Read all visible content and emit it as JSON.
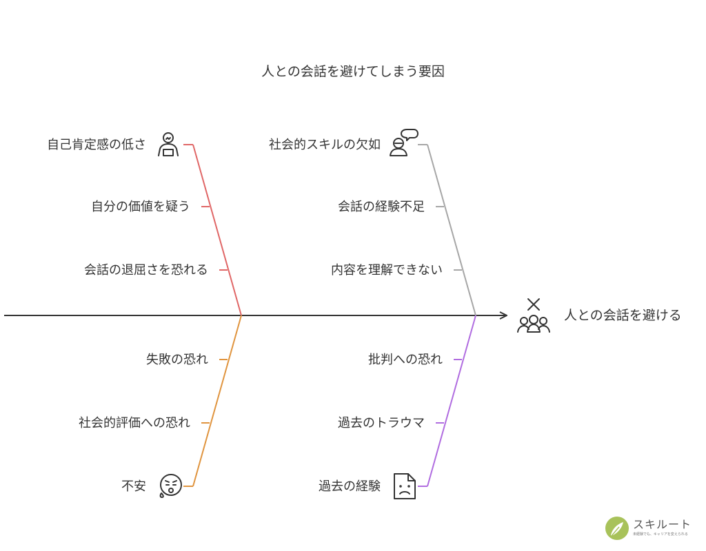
{
  "title": "人との会話を避けてしまう要因",
  "effect": {
    "label": "人との会話を避ける",
    "icon": "people-x-icon"
  },
  "categories": [
    {
      "id": "self-esteem",
      "label": "自己肯定感の低さ",
      "color": "#e06666",
      "icon": "person-stress-icon",
      "causes": [
        "自分の価値を疑う",
        "会話の退屈さを恐れる"
      ]
    },
    {
      "id": "social-skill",
      "label": "社会的スキルの欠如",
      "color": "#a6a6a6",
      "icon": "person-thinking-icon",
      "causes": [
        "会話の経験不足",
        "内容を理解できない"
      ]
    },
    {
      "id": "anxiety",
      "label": "不安",
      "color": "#e0943e",
      "icon": "worried-face-icon",
      "causes": [
        "失敗の恐れ",
        "社会的評価への恐れ"
      ]
    },
    {
      "id": "experience",
      "label": "過去の経験",
      "color": "#b06ce0",
      "icon": "sad-document-icon",
      "causes": [
        "批判への恐れ",
        "過去のトラウマ"
      ]
    }
  ],
  "branding": {
    "name": "スキルート",
    "tagline": "未経験でも、キャリアを変えられる",
    "badge_color": "#a8c25a"
  }
}
